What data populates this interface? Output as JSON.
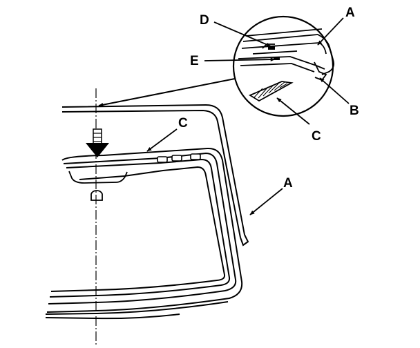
{
  "labels": {
    "a_top": "A",
    "d": "D",
    "e": "E",
    "b": "B",
    "c_detail": "C",
    "c_main": "C",
    "a_main": "A"
  }
}
